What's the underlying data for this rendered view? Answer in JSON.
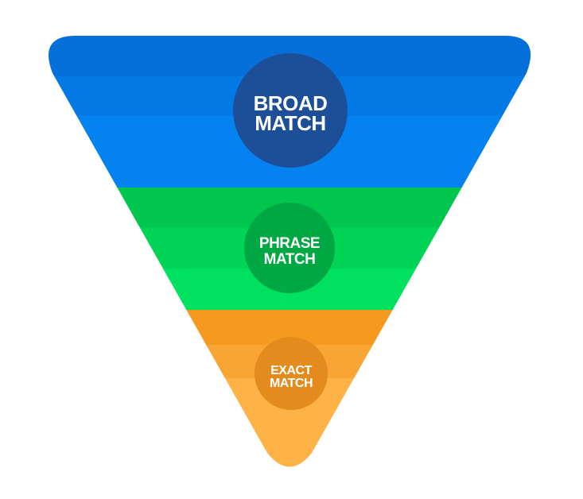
{
  "funnel": {
    "levels": [
      {
        "id": "broad",
        "line1": "BROAD",
        "line2": "MATCH",
        "colors": {
          "top": "#0670da",
          "mid": "#0379e6",
          "bottom": "#0482f0",
          "circle": "#1d4f99"
        }
      },
      {
        "id": "phrase",
        "line1": "PHRASE",
        "line2": "MATCH",
        "colors": {
          "top": "#00c64e",
          "mid": "#00d456",
          "bottom": "#00e25f",
          "circle": "#00a843"
        }
      },
      {
        "id": "exact",
        "line1": "EXACT",
        "line2": "MATCH",
        "colors": {
          "top": "#f59a1f",
          "mid": "#f8a534",
          "bottom": "#ffb347",
          "circle": "#e38b1c"
        }
      }
    ]
  }
}
